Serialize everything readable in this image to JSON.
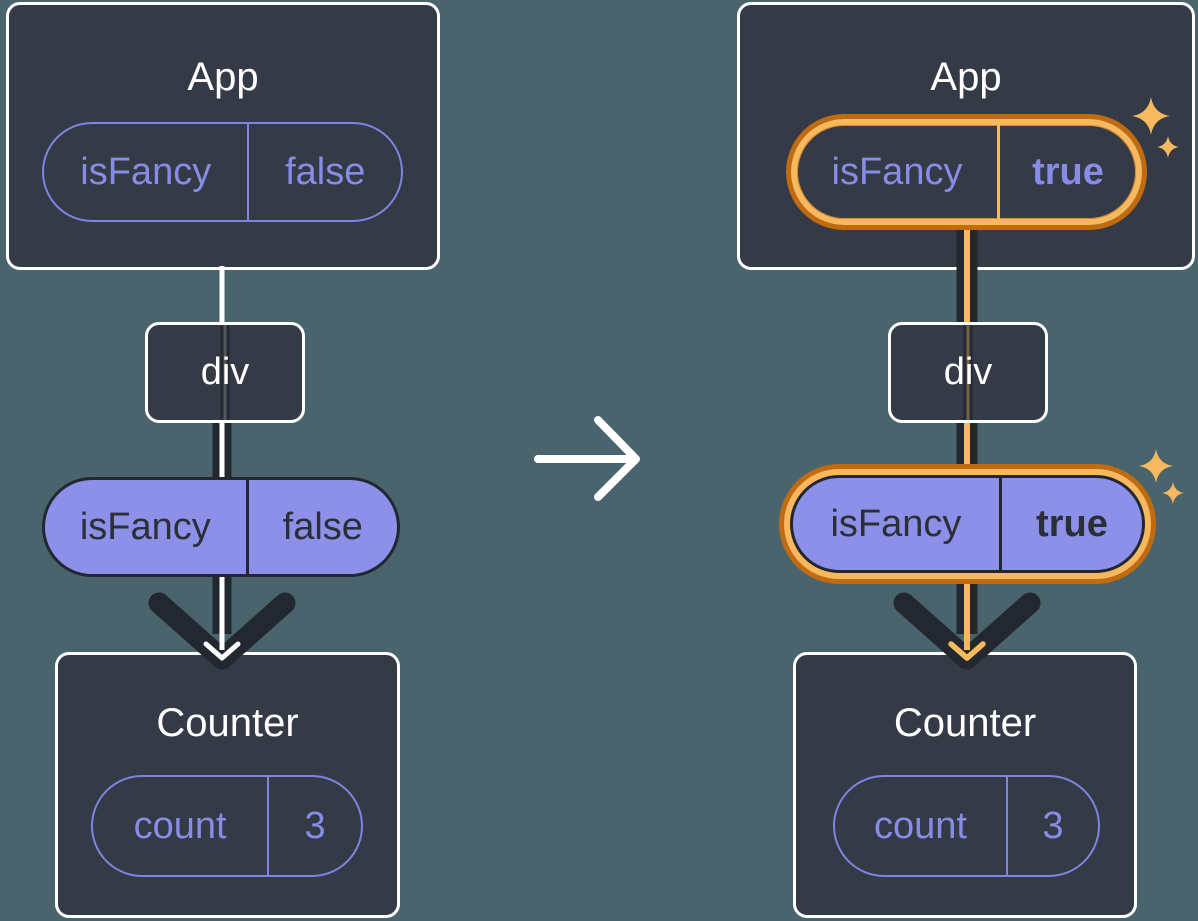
{
  "before": {
    "app": {
      "title": "App"
    },
    "app_prop": {
      "name": "isFancy",
      "value": "false"
    },
    "dom_node": {
      "label": "div"
    },
    "passed_prop": {
      "name": "isFancy",
      "value": "false"
    },
    "counter": {
      "title": "Counter"
    },
    "counter_state": {
      "name": "count",
      "value": "3"
    }
  },
  "after": {
    "app": {
      "title": "App"
    },
    "app_prop": {
      "name": "isFancy",
      "value": "true"
    },
    "dom_node": {
      "label": "div"
    },
    "passed_prop": {
      "name": "isFancy",
      "value": "true"
    },
    "counter": {
      "title": "Counter"
    },
    "counter_state": {
      "name": "count",
      "value": "3"
    }
  },
  "colors": {
    "background": "#4a646d",
    "box_fill": "#343a46",
    "box_border": "#ffffff",
    "purple_fill": "#8c90e9",
    "purple_outline": "#7e84df",
    "purple_text": "#878ce6",
    "dark_stroke": "#23272f",
    "dark_text": "#2b2f36",
    "highlight_light": "#f8b95e",
    "highlight_dark": "#c16b10"
  },
  "icons": {
    "transition": "arrow-right-icon",
    "prop_flow": "arrow-down-icon",
    "highlight": "sparkle-icon"
  }
}
